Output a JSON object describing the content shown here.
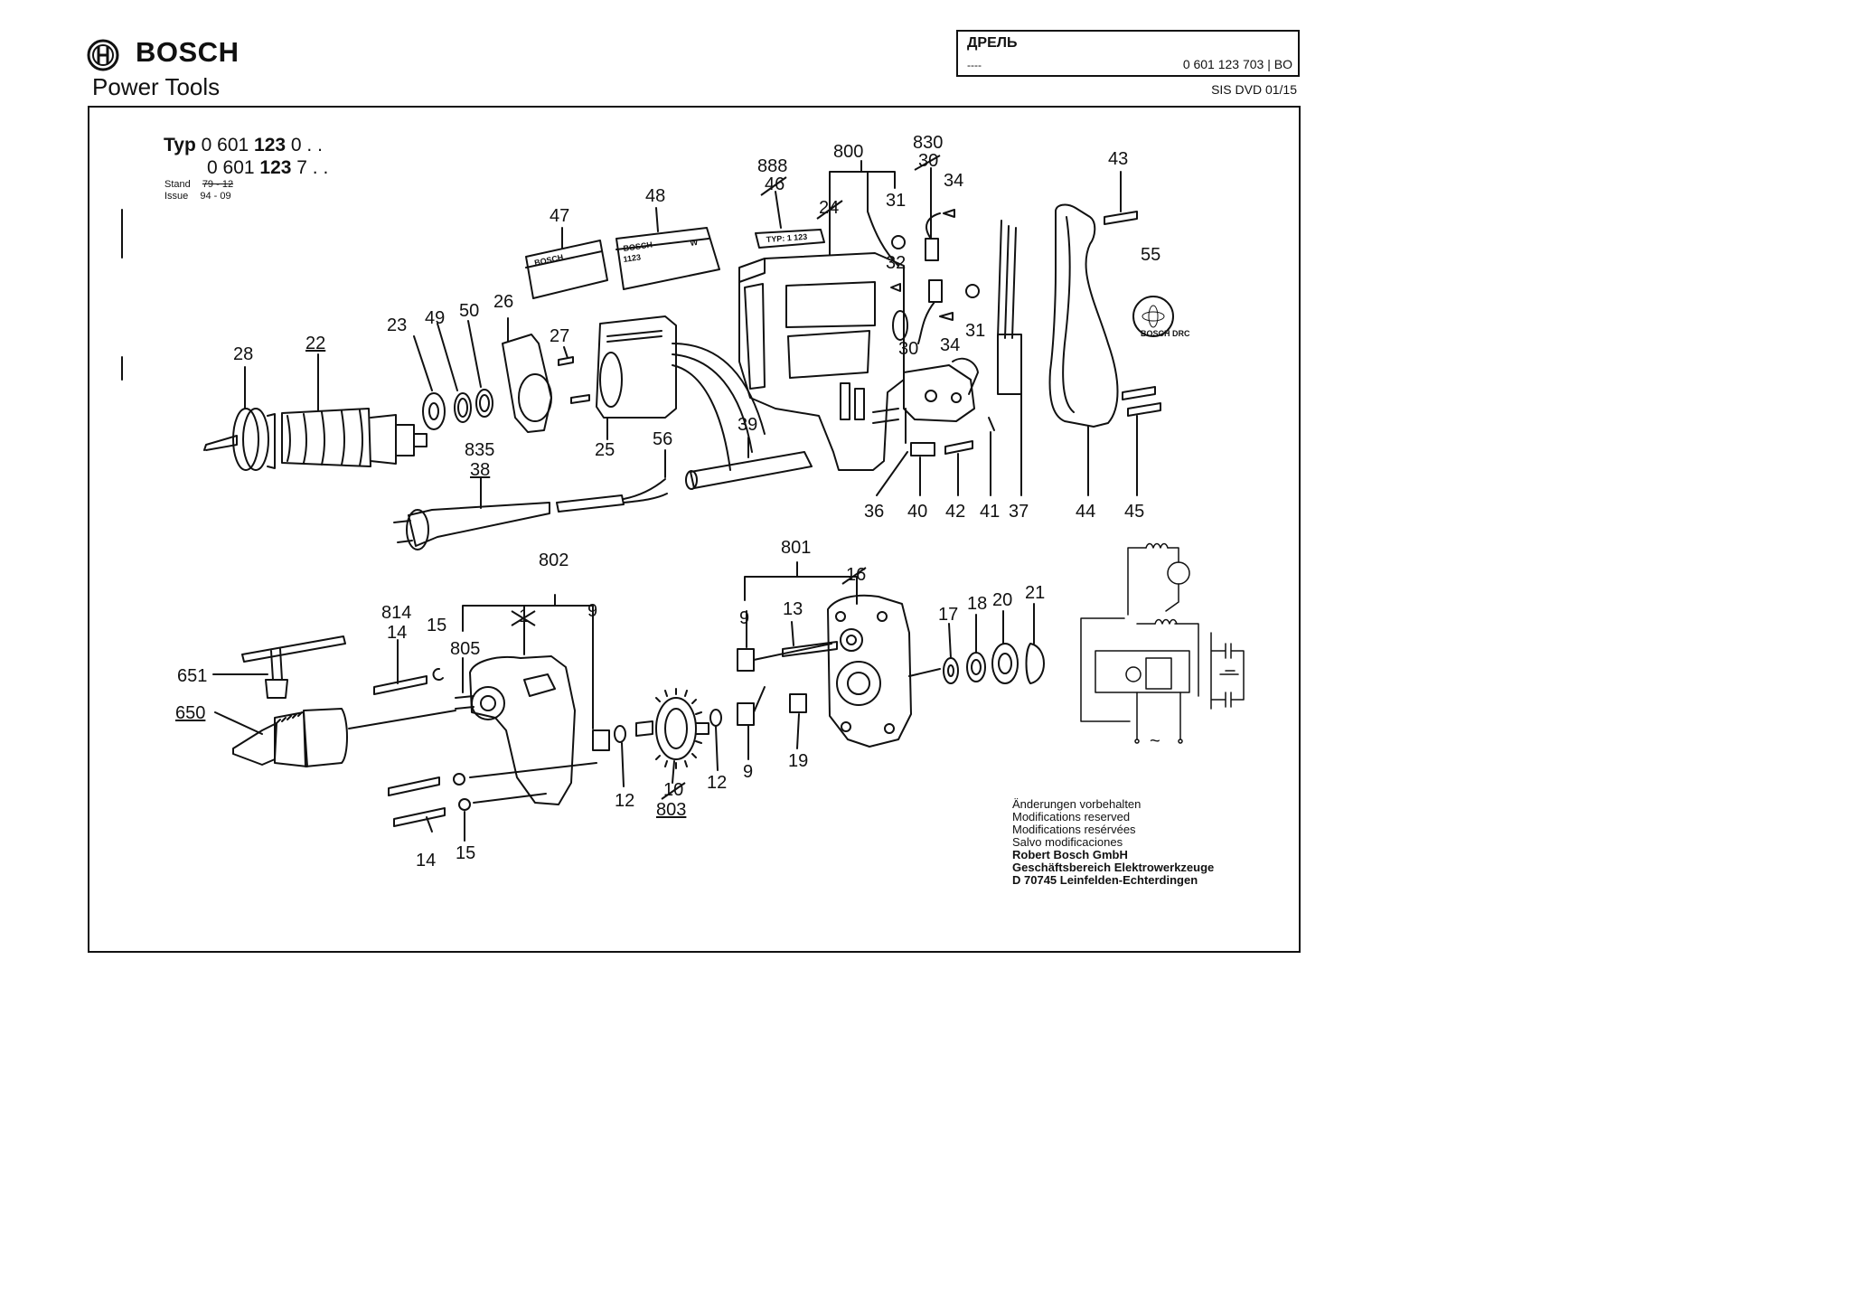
{
  "header": {
    "brand": "BOSCH",
    "tagline": "Power Tools",
    "title": "ДРЕЛЬ",
    "subtitle": "----",
    "part_number": "0 601 123 703 | BO",
    "sis": "SIS DVD 01/15"
  },
  "typ": {
    "label": "Typ",
    "line1_pre": "0 601 ",
    "line1_bold": "123",
    "line1_post": " 0 . .",
    "line2_pre": "0 601 ",
    "line2_bold": "123",
    "line2_post": " 7 . .",
    "stand_label": "Stand",
    "stand_value": "79 - 12",
    "issue_label": "Issue",
    "issue_value": "94 - 09"
  },
  "labels": {
    "p888": "888",
    "p46": "46",
    "p800": "800",
    "p24": "24",
    "p830": "830",
    "p30a": "30",
    "p34a": "34",
    "p31a": "31",
    "p43": "43",
    "p47": "47",
    "p48": "48",
    "p55": "55",
    "p32": "32",
    "p31b": "31",
    "p30b": "30",
    "p34b": "34",
    "p23": "23",
    "p49": "49",
    "p50": "50",
    "p26": "26",
    "p27": "27",
    "p22": "22",
    "p28": "28",
    "p25": "25",
    "p39": "39",
    "p56": "56",
    "p835": "835",
    "p38": "38",
    "p36": "36",
    "p40": "40",
    "p42": "42",
    "p41": "41",
    "p37": "37",
    "p44": "44",
    "p45": "45",
    "p802": "802",
    "p1": "1",
    "p9a": "9",
    "p814": "814",
    "p14a": "14",
    "p15a": "15",
    "p805": "805",
    "p651": "651",
    "p650": "650",
    "p12a": "12",
    "p10": "10",
    "p803": "803",
    "p12b": "12",
    "p9b": "9",
    "p14b": "14",
    "p15b": "15",
    "p801": "801",
    "p16": "16",
    "p9c": "9",
    "p13": "13",
    "p19": "19",
    "p9d": "9",
    "p17": "17",
    "p18": "18",
    "p20": "20",
    "p21": "21"
  },
  "parts_text": {
    "label47": "BOSCH",
    "label48a": "BOSCH",
    "label48b": "1123",
    "label48c": "W",
    "typplate": "TYP: 1 123",
    "sticker55": "BOSCH DRC"
  },
  "notes": {
    "l1": "Änderungen vorbehalten",
    "l2": "Modifications reserved",
    "l3": "Modifications resérvées",
    "l4": "Salvo modificaciones",
    "c1": "Robert Bosch GmbH",
    "c2": "Geschäftsbereich Elektrowerkzeuge",
    "c3": "D 70745 Leinfelden-Echterdingen"
  },
  "schematic_ac": "~"
}
